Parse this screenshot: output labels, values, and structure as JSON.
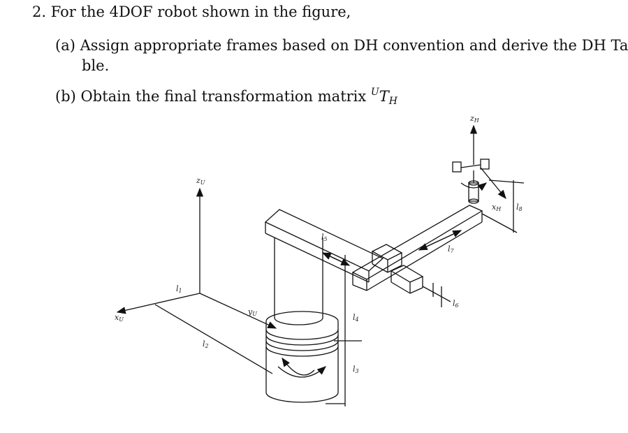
{
  "question": {
    "number": "2.",
    "text": "For the 4DOF robot shown in the figure,",
    "part_a_label": "(a)",
    "part_a_line1": "Assign appropriate frames based on DH convention and derive the DH Ta-",
    "part_a_line2": "ble.",
    "part_b_label": "(b)",
    "part_b_text": "Obtain the final transformation matrix ",
    "matrix_sup": "U",
    "matrix_T": "T",
    "matrix_sub": "H"
  },
  "figure": {
    "labels": {
      "zU": "z",
      "zU_sub": "U",
      "xU": "x",
      "xU_sub": "U",
      "yU": "y",
      "yU_sub": "U",
      "zH": "z",
      "zH_sub": "H",
      "xH": "x",
      "xH_sub": "H",
      "l1": "l",
      "l1_sub": "1",
      "l2": "l",
      "l2_sub": "2",
      "l3": "l",
      "l3_sub": "3",
      "l4": "l",
      "l4_sub": "4",
      "l5": "l",
      "l5_sub": "5",
      "l6": "l",
      "l6_sub": "6",
      "l7": "l",
      "l7_sub": "7",
      "l8": "l",
      "l8_sub": "8"
    }
  }
}
